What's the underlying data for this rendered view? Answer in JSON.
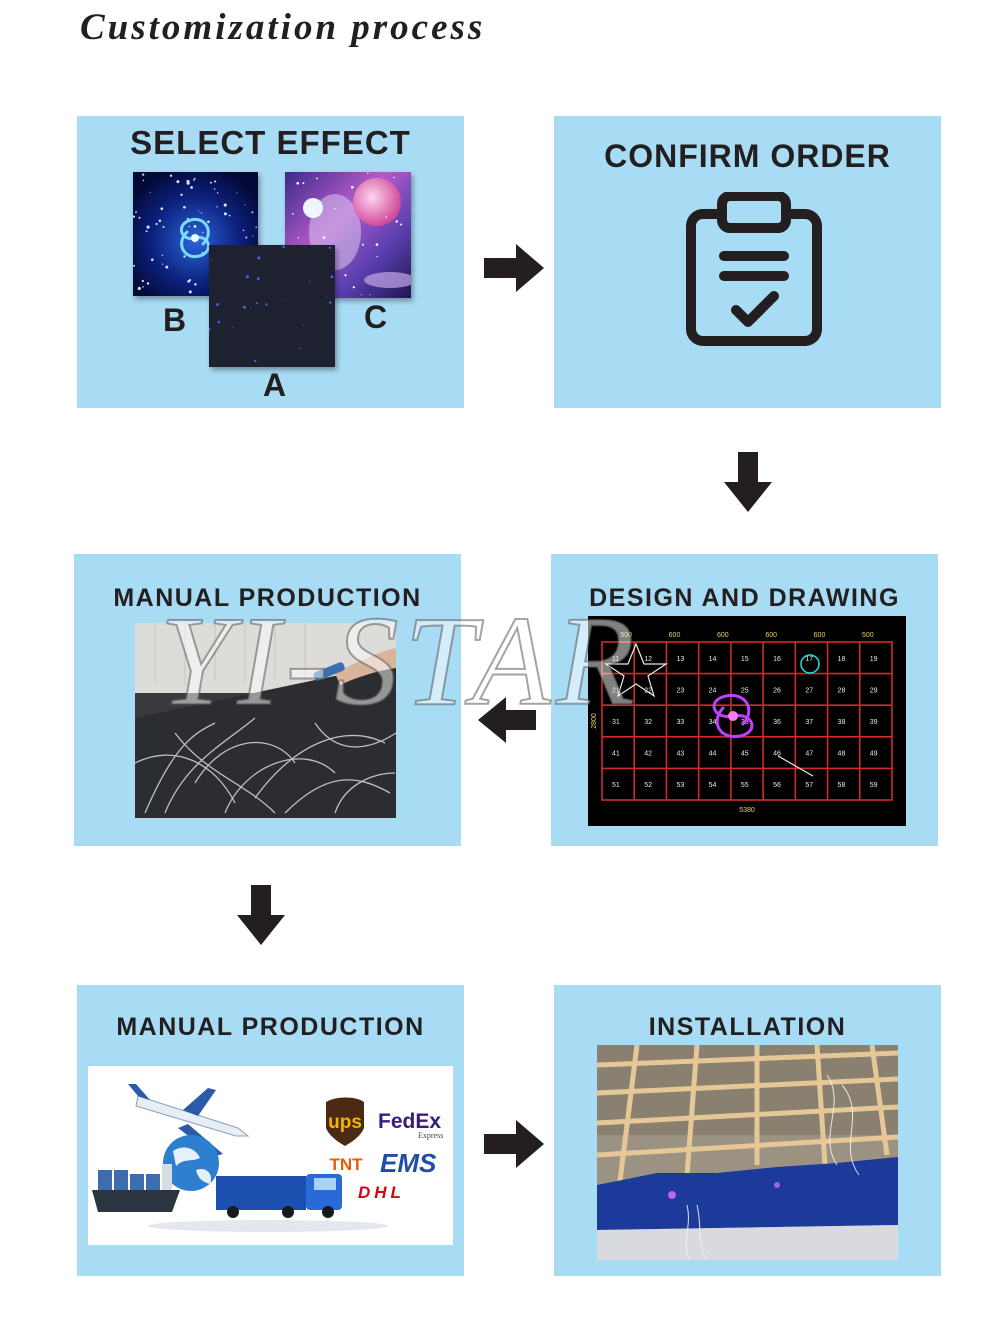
{
  "page": {
    "title": "Customization process"
  },
  "steps": [
    {
      "title": "SELECT EFFECT",
      "labels": {
        "a": "A",
        "b": "B",
        "c": "C"
      }
    },
    {
      "title": "CONFIRM ORDER"
    },
    {
      "title": "DESIGN AND DRAWING"
    },
    {
      "title": "MANUAL PRODUCTION"
    },
    {
      "title": "MANUAL PRODUCTION"
    },
    {
      "title": "INSTALLATION"
    }
  ],
  "drawing": {
    "top_dims": [
      "500",
      "600",
      "600",
      "600",
      "600",
      "500"
    ],
    "bottom_dim": "5380",
    "side_dim": "2800",
    "cells": [
      [
        "11",
        "12",
        "13",
        "14",
        "15",
        "16",
        "17",
        "18",
        "19"
      ],
      [
        "21",
        "22",
        "23",
        "24",
        "25",
        "26",
        "27",
        "28",
        "29"
      ],
      [
        "31",
        "32",
        "33",
        "34",
        "35",
        "36",
        "37",
        "38",
        "39"
      ],
      [
        "41",
        "42",
        "43",
        "44",
        "45",
        "46",
        "47",
        "48",
        "49"
      ],
      [
        "51",
        "52",
        "53",
        "54",
        "55",
        "56",
        "57",
        "58",
        "59"
      ]
    ]
  },
  "carriers": {
    "ups": "ups",
    "fedex": "FedEx",
    "fedex_sub": "Express",
    "tnt": "TNT",
    "ems": "EMS",
    "dhl": "DHL"
  },
  "watermark": {
    "text": "YI-STAR"
  },
  "colors": {
    "panel": "#a8dbf4",
    "arrow": "#231f20",
    "title": "#231f20"
  }
}
